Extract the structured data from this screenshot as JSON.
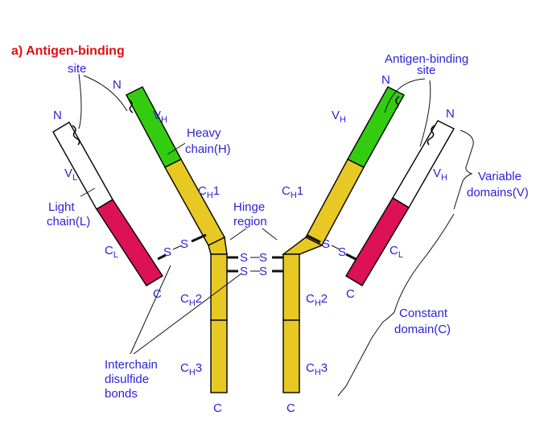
{
  "figure_title": "a) Antigen-binding",
  "labels": {
    "site_left": "site",
    "antigen_binding_right_1": "Antigen-binding",
    "antigen_binding_right_2": "site",
    "n_left_light": "N",
    "n_left_heavy": "N",
    "n_right_heavy": "N",
    "n_right_light": "N",
    "vh_left": "V",
    "vh_right_var": "V",
    "vh_right": "V",
    "vl_left": "V",
    "h_sub": "H",
    "l_sub": "L",
    "heavy_chain_1": "Heavy",
    "heavy_chain_2": "chain(H)",
    "ch1_left": "C",
    "ch1_right": "C",
    "one": "1",
    "two": "2",
    "three": "3",
    "light_chain_1": "Light",
    "light_chain_2": "chain(L)",
    "hinge_1": "Hinge",
    "hinge_2": "region",
    "cl_left": "C",
    "cl_right": "C",
    "s": "S",
    "c_left_light": "C",
    "c_right_light": "C",
    "ch2_left": "C",
    "ch2_right": "C",
    "ch3_left": "C",
    "ch3_right": "C",
    "c_bottom_left": "C",
    "c_bottom_right": "C",
    "interchain_1": "Interchain",
    "interchain_2": "disulfide",
    "interchain_3": "bonds",
    "variable_1": "Variable",
    "variable_2": "domains(V)",
    "constant_1": "Constant",
    "constant_2": "domain(C)"
  },
  "colors": {
    "variable_heavy": "#33cc11",
    "constant_heavy": "#e8c822",
    "constant_light": "#dd1155",
    "variable_light": "#ffffff",
    "label_blue": "#2b1fd8",
    "title_red": "#e01010"
  }
}
